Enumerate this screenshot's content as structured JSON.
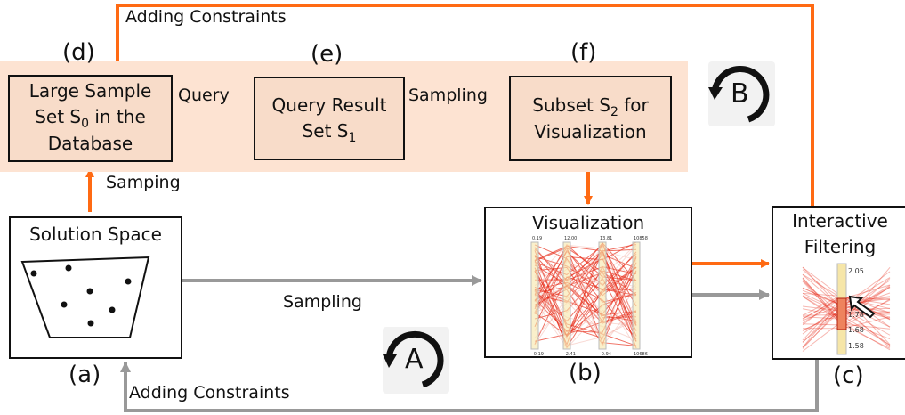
{
  "boxes": {
    "d": {
      "line1": "Large Sample",
      "line2_pre": "Set S",
      "line2_sub": "0",
      "line2_post": " in the",
      "line3": "Database"
    },
    "e": {
      "line1": "Query Result",
      "line2_pre": "Set S",
      "line2_sub": "1"
    },
    "f": {
      "line1_pre": "Subset S",
      "line1_sub": "2",
      "line1_post": " for",
      "line2": "Visualization"
    },
    "a": {
      "title": "Solution Space"
    },
    "b": {
      "title": "Visualization"
    },
    "c": {
      "line1": "Interactive",
      "line2": "Filtering"
    }
  },
  "tags": {
    "a": "(a)",
    "b": "(b)",
    "c": "(c)",
    "d": "(d)",
    "e": "(e)",
    "f": "(f)"
  },
  "edges": {
    "top_constraints": "Adding Constraints",
    "bottom_constraints": "Adding Constraints",
    "query": "Query",
    "sampling_ef": "Sampling",
    "samping_ad": "Samping",
    "sampling_ab": "Sampling"
  },
  "loops": {
    "a": "A",
    "b": "B"
  },
  "axis_ticks": {
    "top": [
      "0.19",
      "12.00",
      "13.81",
      "10858"
    ],
    "bottom": [
      "-0.19",
      "-2.41",
      "-0.94",
      "10686"
    ],
    "filter": [
      "2.05",
      "1.78",
      "1.68",
      "1.58"
    ]
  },
  "colors": {
    "orange": "#ff6a13",
    "gray": "#999999",
    "band": "#fde3d2",
    "box": "#f8dcc9",
    "line": "#e8321f"
  }
}
